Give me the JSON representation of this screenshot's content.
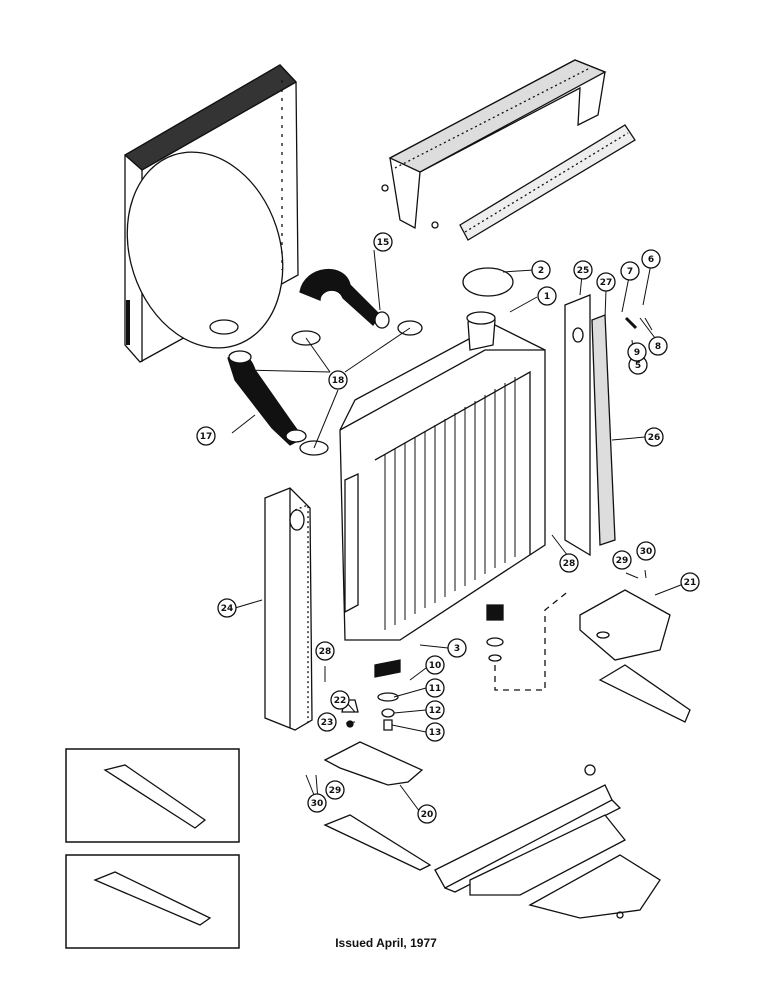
{
  "footer": {
    "issued": "Issued April, 1977"
  },
  "callouts": [
    {
      "id": "1"
    },
    {
      "id": "2"
    },
    {
      "id": "3"
    },
    {
      "id": "5"
    },
    {
      "id": "6"
    },
    {
      "id": "7"
    },
    {
      "id": "8"
    },
    {
      "id": "9"
    },
    {
      "id": "10"
    },
    {
      "id": "11"
    },
    {
      "id": "12"
    },
    {
      "id": "13"
    },
    {
      "id": "15"
    },
    {
      "id": "17"
    },
    {
      "id": "18"
    },
    {
      "id": "20"
    },
    {
      "id": "21"
    },
    {
      "id": "22"
    },
    {
      "id": "23"
    },
    {
      "id": "24"
    },
    {
      "id": "25"
    },
    {
      "id": "26"
    },
    {
      "id": "27"
    },
    {
      "id": "28"
    },
    {
      "id": "28b",
      "label": "28"
    },
    {
      "id": "29"
    },
    {
      "id": "29b",
      "label": "29"
    },
    {
      "id": "30"
    },
    {
      "id": "30b",
      "label": "30"
    }
  ]
}
